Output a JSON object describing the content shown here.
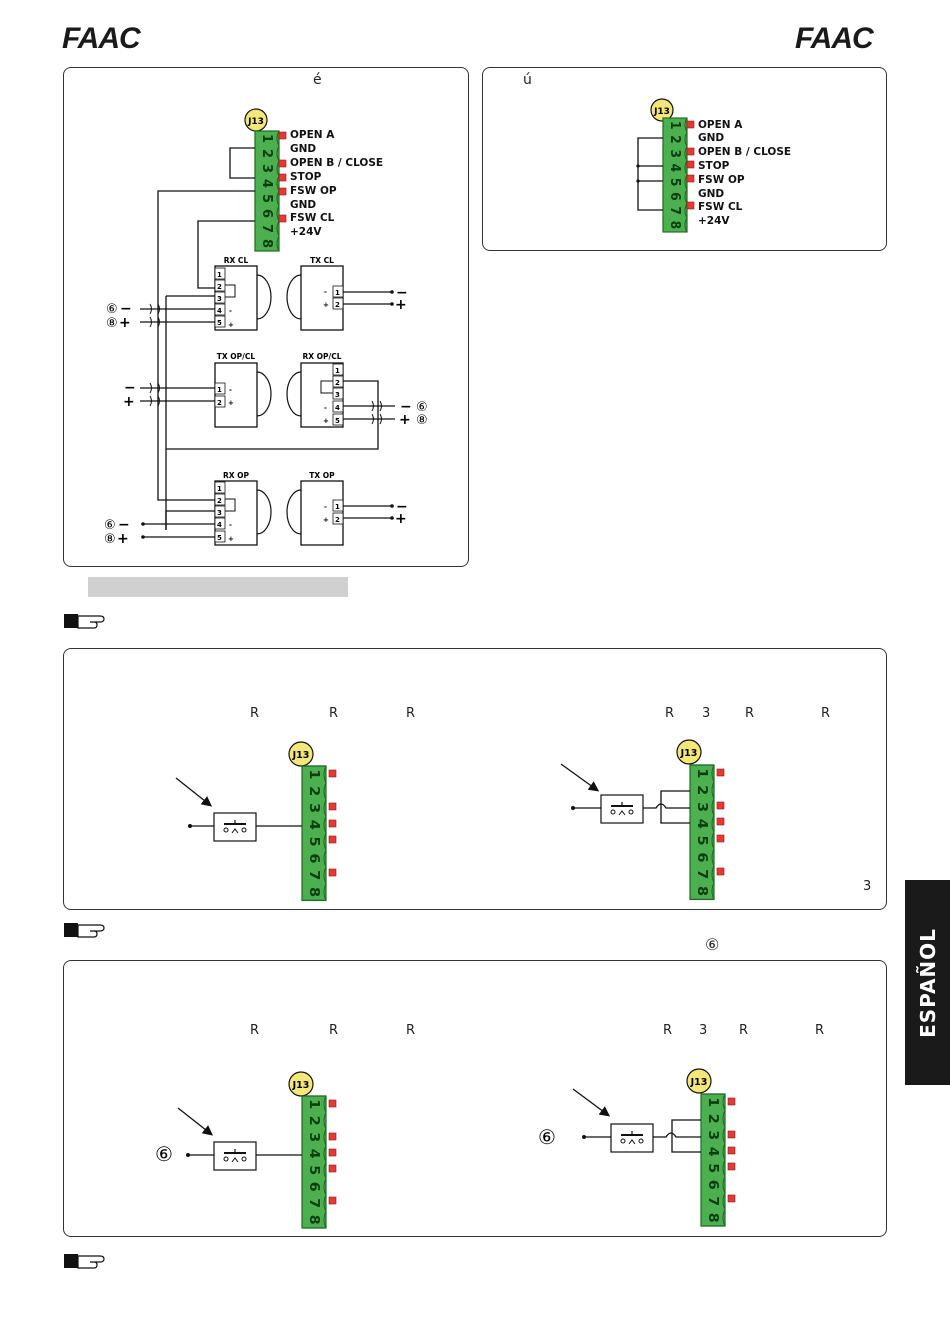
{
  "header": {
    "logo_left": "FAAC",
    "logo_right": "FAAC"
  },
  "connector": {
    "id": "J13",
    "pins": [
      "1",
      "2",
      "3",
      "4",
      "5",
      "6",
      "7",
      "8"
    ],
    "labels": [
      "OPEN A",
      "GND",
      "OPEN B / CLOSE",
      "STOP",
      "FSW OP",
      "GND",
      "FSW CL",
      "+24V"
    ]
  },
  "panel1": {
    "title_fragment": "é",
    "devices": {
      "rx_cl": "RX CL",
      "tx_cl": "TX CL",
      "tx_opcl": "TX OP/CL",
      "rx_opcl": "RX OP/CL",
      "rx_op": "RX OP",
      "tx_op": "TX OP"
    },
    "circle6": "⑥",
    "circle8": "⑧"
  },
  "panel2": {
    "title_fragment": "ú"
  },
  "panel3": {
    "left_fragments": [
      "R",
      "R",
      "R"
    ],
    "right_fragments": [
      "R",
      "3",
      "R",
      "R"
    ],
    "corner_number": "3"
  },
  "note2": {
    "circle6": "⑥"
  },
  "panel4": {
    "left_fragments": [
      "R",
      "R",
      "R"
    ],
    "right_fragments": [
      "R",
      "3",
      "R",
      "R"
    ],
    "circle6": "⑥"
  },
  "sidebar": {
    "label": "ESPAÑOL"
  },
  "colors": {
    "terminal": "#4caf50",
    "terminal_dark": "#1e6b23",
    "led": "#e53935",
    "label_yellow": "#f3e77a"
  }
}
